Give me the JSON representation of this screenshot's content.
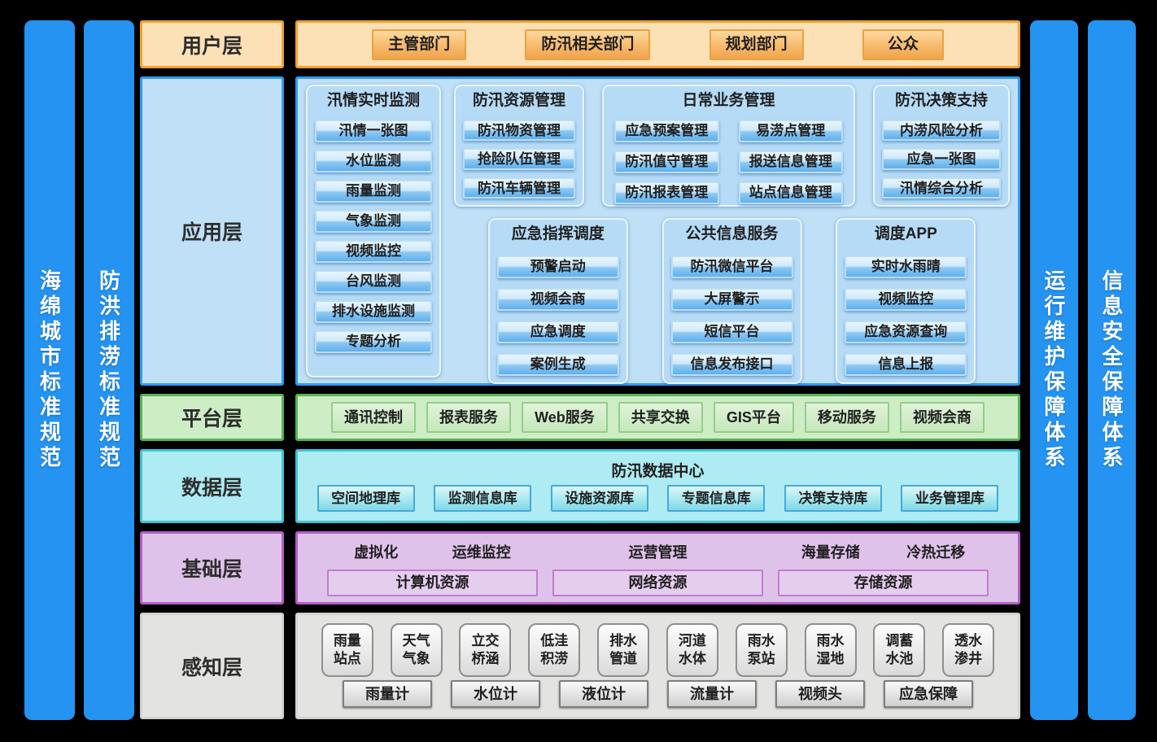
{
  "palette": {
    "background": "#000000",
    "bar_blue": "#2493f2",
    "user_orange_border": "#f0a236",
    "user_orange_fill": "#fce1b6",
    "app_blue_border": "#2e9bf2",
    "app_blue_fill": "#c0e0f8",
    "platform_green_border": "#57b35a",
    "platform_green_fill": "#cdedc4",
    "data_cyan_border": "#3ec3d8",
    "data_cyan_fill": "#aeebf2",
    "infra_purple_border": "#b45cc8",
    "infra_purple_fill": "#dfc2e9",
    "perception_gray_border": "#d2d2d0",
    "perception_gray_fill": "#e3e3e1"
  },
  "side_bars": {
    "left": [
      "海绵城市标准规范",
      "防洪排涝标准规范"
    ],
    "right": [
      "运行维护保障体系",
      "信息安全保障体系"
    ]
  },
  "user_layer": {
    "label": "用户层",
    "items": [
      "主管部门",
      "防汛相关部门",
      "规划部门",
      "公众"
    ]
  },
  "app_layer": {
    "label": "应用层",
    "groups": [
      {
        "title": "汛情实时监测",
        "items": [
          "汛情一张图",
          "水位监测",
          "雨量监测",
          "气象监测",
          "视频监控",
          "台风监测",
          "排水设施监测",
          "专题分析"
        ]
      },
      {
        "title": "防汛资源管理",
        "items": [
          "防汛物资管理",
          "抢险队伍管理",
          "防汛车辆管理"
        ]
      },
      {
        "title": "日常业务管理",
        "items": [
          "应急预案管理",
          "易涝点管理",
          "防汛值守管理",
          "报送信息管理",
          "防汛报表管理",
          "站点信息管理"
        ]
      },
      {
        "title": "防汛决策支持",
        "items": [
          "内涝风险分析",
          "应急一张图",
          "汛情综合分析"
        ]
      },
      {
        "title": "应急指挥调度",
        "items": [
          "预警启动",
          "视频会商",
          "应急调度",
          "案例生成"
        ]
      },
      {
        "title": "公共信息服务",
        "items": [
          "防汛微信平台",
          "大屏警示",
          "短信平台",
          "信息发布接口"
        ]
      },
      {
        "title": "调度APP",
        "items": [
          "实时水雨晴",
          "视频监控",
          "应急资源查询",
          "信息上报"
        ]
      }
    ]
  },
  "platform_layer": {
    "label": "平台层",
    "items": [
      "通讯控制",
      "报表服务",
      "Web服务",
      "共享交换",
      "GIS平台",
      "移动服务",
      "视频会商"
    ]
  },
  "data_layer": {
    "label": "数据层",
    "center_title": "防汛数据中心",
    "items": [
      "空间地理库",
      "监测信息库",
      "设施资源库",
      "专题信息库",
      "决策支持库",
      "业务管理库"
    ]
  },
  "infra_layer": {
    "label": "基础层",
    "tags": [
      "虚拟化",
      "运维监控",
      "运营管理",
      "海量存储",
      "冷热迁移"
    ],
    "resources": [
      "计算机资源",
      "网络资源",
      "存储资源"
    ]
  },
  "perception_layer": {
    "label": "感知层",
    "sensors": [
      "雨量站点",
      "天气气象",
      "立交桥涵",
      "低洼积涝",
      "排水管道",
      "河道水体",
      "雨水泵站",
      "雨水湿地",
      "调蓄水池",
      "透水渗井"
    ],
    "devices": [
      "雨量计",
      "水位计",
      "液位计",
      "流量计",
      "视频头",
      "应急保障"
    ]
  }
}
